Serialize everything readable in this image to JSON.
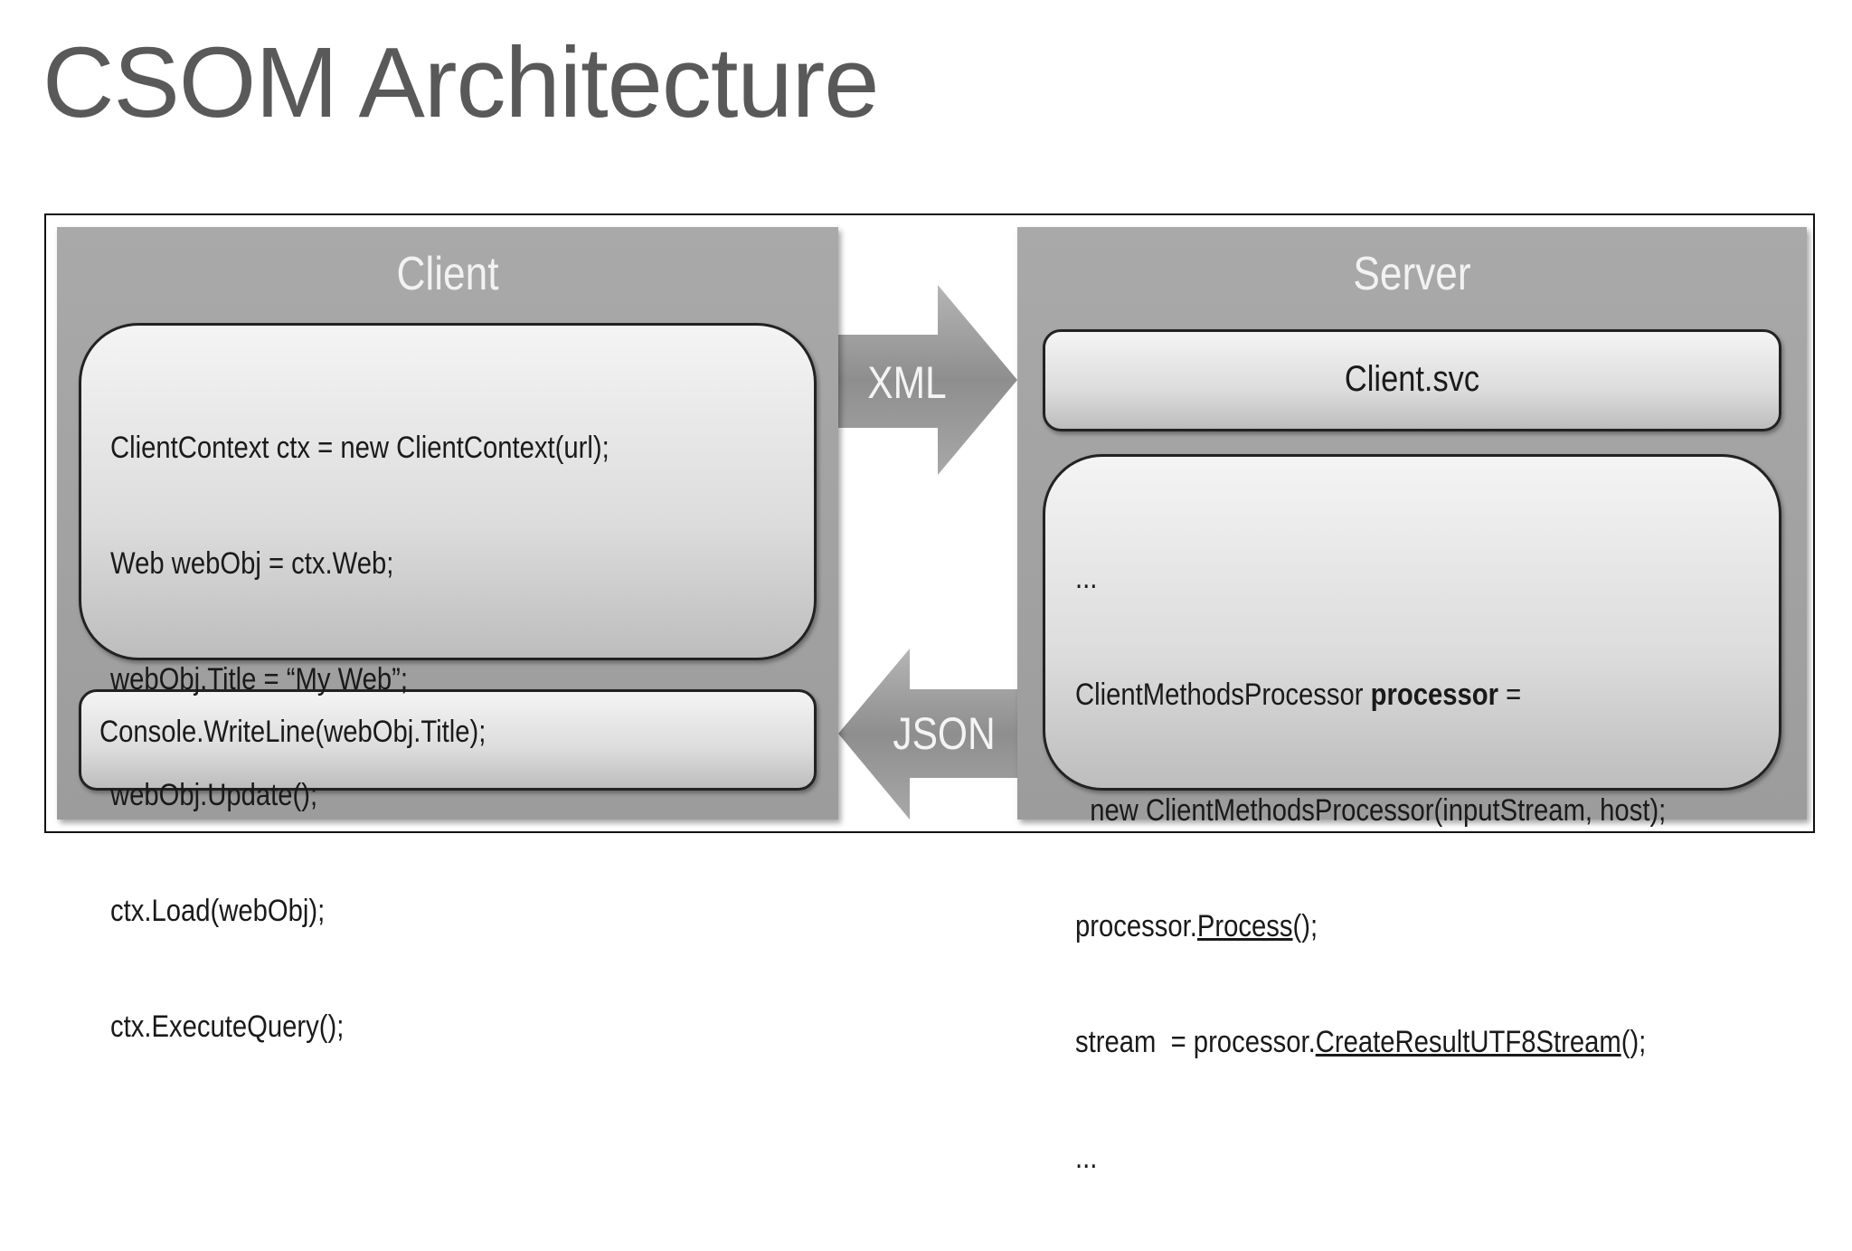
{
  "title": "CSOM Architecture",
  "client": {
    "heading": "Client",
    "code_lines": [
      "ClientContext ctx = new ClientContext(url);",
      "Web webObj = ctx.Web;",
      "webObj.Title = “My Web”;",
      "webObj.Update();",
      "ctx.Load(webObj);",
      "ctx.ExecuteQuery();"
    ],
    "console_line": "Console.WriteLine(webObj.Title);"
  },
  "server": {
    "heading": "Server",
    "endpoint": "Client.svc",
    "code": {
      "ellipsis_top": "...",
      "line1_a": "ClientMethodsProcessor ",
      "line1_b": "processor",
      "line1_c": " =",
      "line2": "  new ClientMethodsProcessor(inputStream, host);",
      "line3_a": "processor.",
      "line3_b": "Process",
      "line3_c": "();",
      "line4_a": "stream  = processor.",
      "line4_b": "CreateResultUTF8Stream",
      "line4_c": "();",
      "ellipsis_bottom": "..."
    }
  },
  "arrows": {
    "request_label": "XML",
    "response_label": "JSON"
  }
}
